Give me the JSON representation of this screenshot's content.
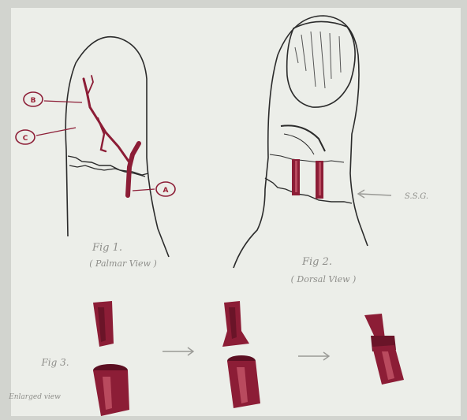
{
  "figures": {
    "fig1": {
      "title": "Fig 1.",
      "subtitle": "( Palmar View )"
    },
    "fig2": {
      "title": "Fig 2.",
      "subtitle": "( Dorsal View )"
    },
    "fig3": {
      "title": "Fig 3.",
      "note": "Enlarged view"
    }
  },
  "labels": {
    "b": "B",
    "c": "C",
    "a": "A",
    "side_note": "S.S.G."
  },
  "colors": {
    "paper": "#e9ebe6",
    "ink": "#2b2b2b",
    "vessel": "#8c1d36",
    "vessel_dark": "#5c0f22",
    "pencil": "#9a9a96"
  }
}
